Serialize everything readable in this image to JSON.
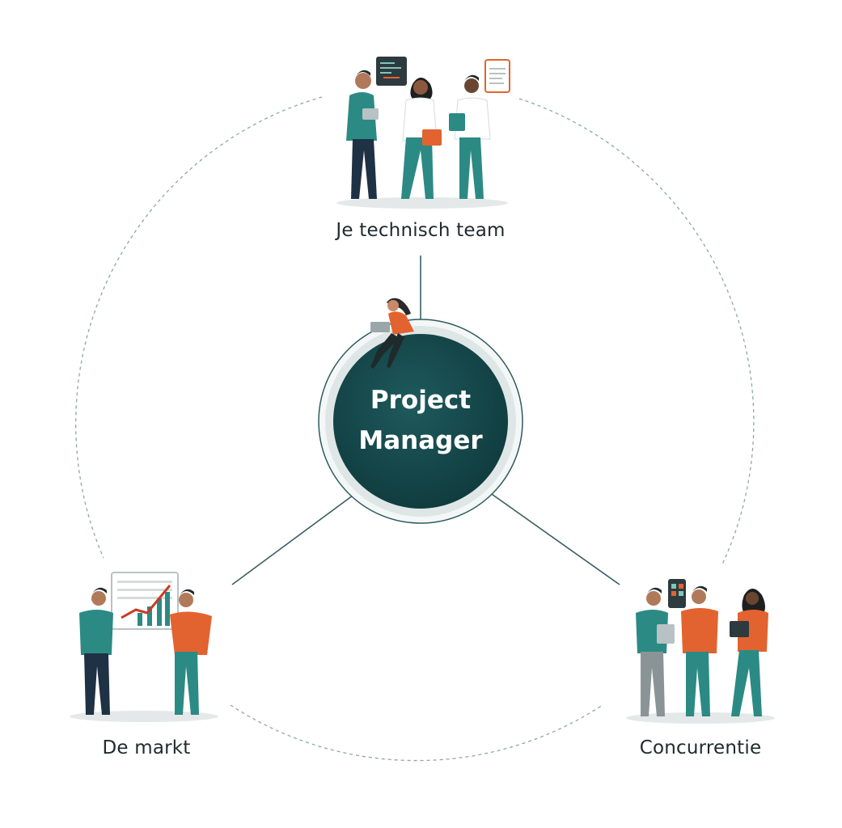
{
  "center": {
    "line1": "Project",
    "line2": "Manager"
  },
  "nodes": {
    "team": {
      "label": "Je technisch team"
    },
    "market": {
      "label": "De markt"
    },
    "competition": {
      "label": "Concurrentie"
    }
  },
  "colors": {
    "teal_dark": "#16464a",
    "teal": "#2c8a84",
    "orange": "#e2632f",
    "navy": "#1f3144",
    "ring": "#d9e2e1",
    "line": "#3a5f62"
  }
}
